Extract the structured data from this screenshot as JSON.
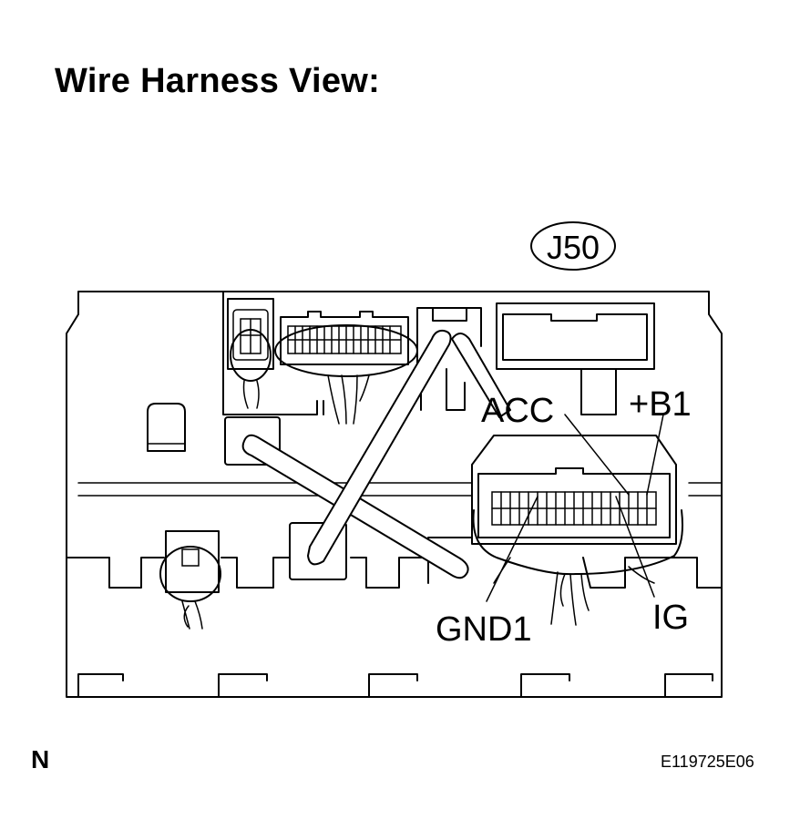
{
  "title": "Wire Harness View:",
  "connector_id": "J50",
  "terminals": {
    "acc": "ACC",
    "b1": "+B1",
    "gnd1": "GND1",
    "ig": "IG"
  },
  "footer": {
    "orientation": "N",
    "figure_code": "E119725E06"
  }
}
